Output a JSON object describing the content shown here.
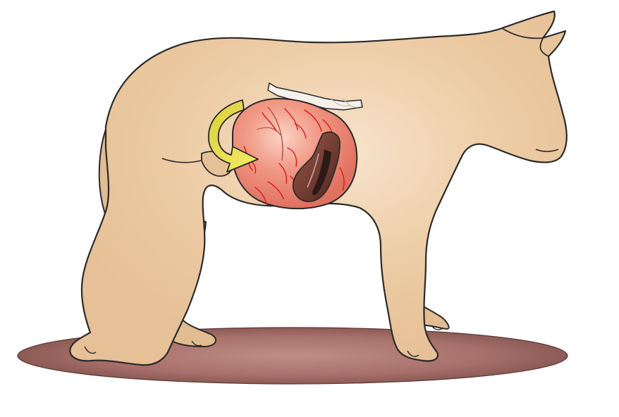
{
  "figure": {
    "subject": "dog-with-gastric-dilatation-volvulus",
    "icons": [
      "dog-silhouette",
      "dilated-stomach",
      "rotation-arrow",
      "spleen",
      "ground-shadow"
    ],
    "colors": {
      "background": "#ffffff",
      "dog_fill": "#ecc9a0",
      "dog_outline": "#2a2a2a",
      "stomach": "#ee8a78",
      "vessels": "#d81818",
      "spleen": "#7a3e32",
      "arrow": "#e8e040",
      "shadow": "#a8706a"
    }
  }
}
